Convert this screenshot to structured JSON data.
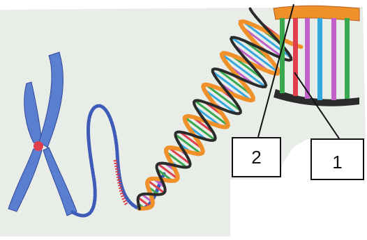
{
  "labels": [
    {
      "id": "2",
      "text": "2"
    },
    {
      "id": "1",
      "text": "1"
    }
  ],
  "colors": {
    "background": "#e8ede8",
    "chromosome": "#5a7ed0",
    "centromere": "#e0404e",
    "backbone_orange": "#f0902a",
    "backbone_dark": "#2b2b2b",
    "base_pair_colors": [
      "#3aa84e",
      "#e0404e",
      "#c060c8",
      "#35a8e0"
    ]
  }
}
